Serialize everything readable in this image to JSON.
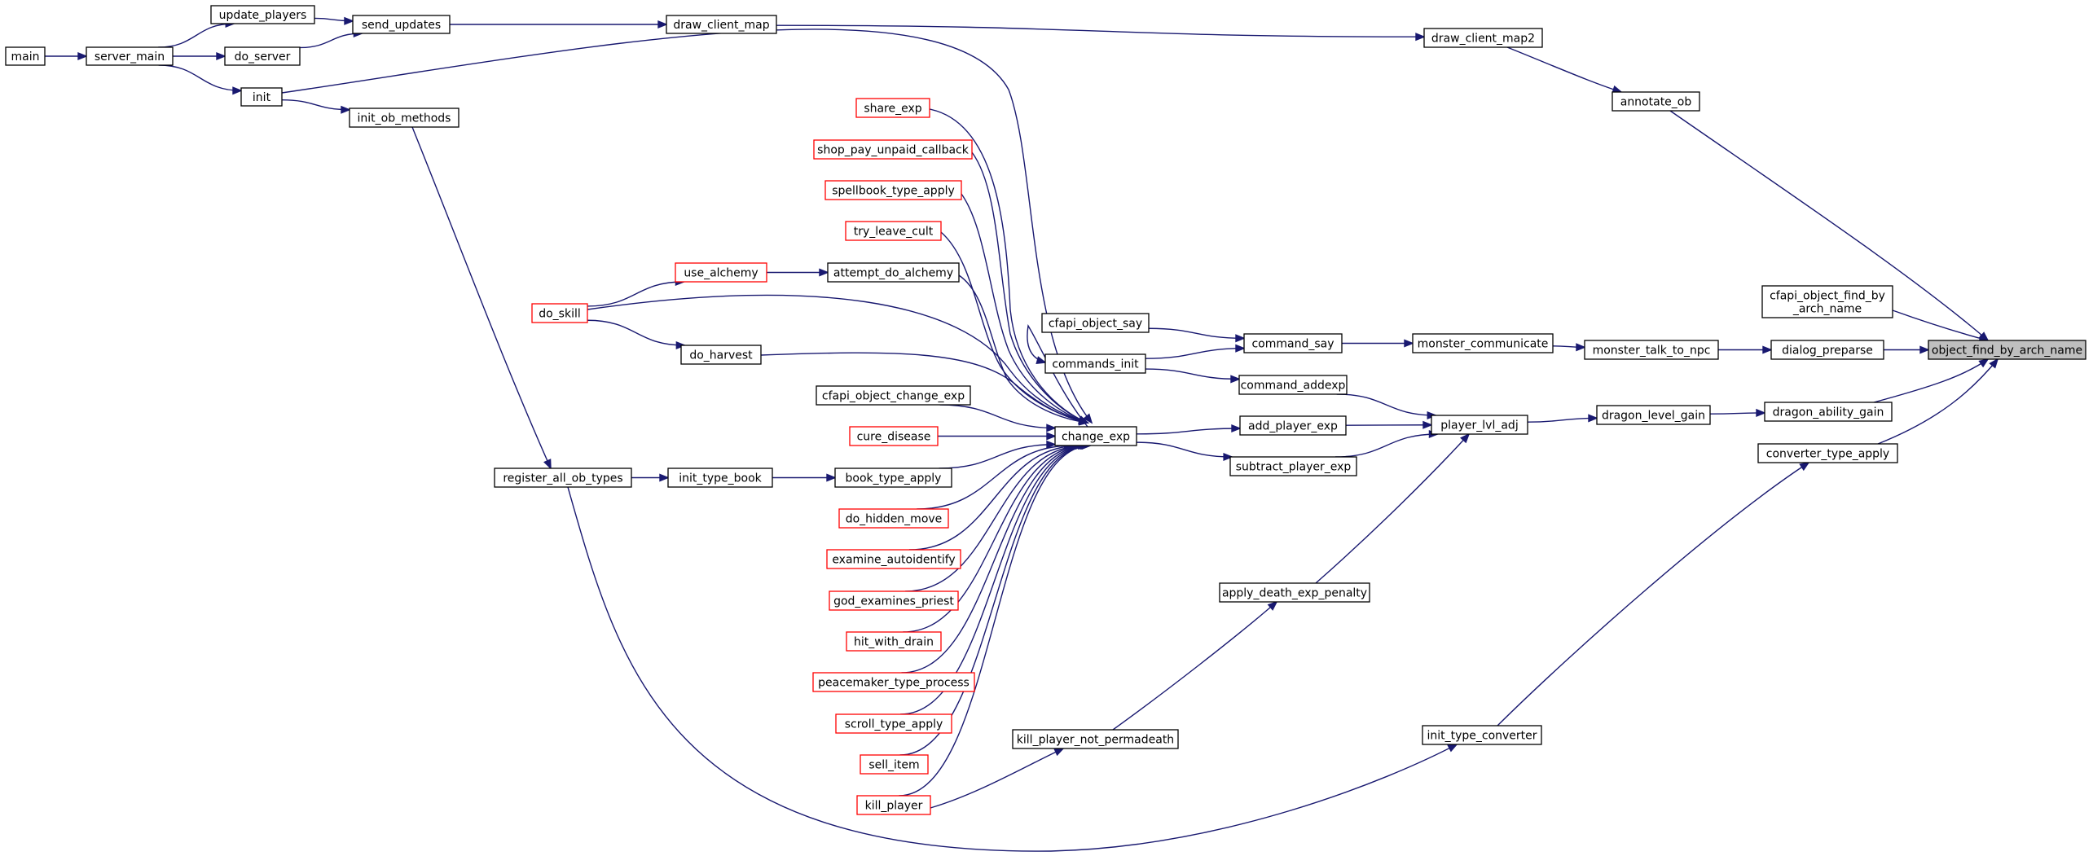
{
  "graph": {
    "root": "object_find_by_arch_name",
    "colors": {
      "edge": "#191970",
      "border_normal": "#000000",
      "border_truncated": "#ff0000",
      "highlight_fill": "#bfbfbf"
    },
    "nodes": [
      {
        "id": "main",
        "label": "main"
      },
      {
        "id": "server_main",
        "label": "server_main"
      },
      {
        "id": "update_players",
        "label": "update_players"
      },
      {
        "id": "do_server",
        "label": "do_server"
      },
      {
        "id": "init",
        "label": "init"
      },
      {
        "id": "send_updates",
        "label": "send_updates"
      },
      {
        "id": "draw_client_map",
        "label": "draw_client_map"
      },
      {
        "id": "draw_client_map2",
        "label": "draw_client_map2"
      },
      {
        "id": "annotate_ob",
        "label": "annotate_ob"
      },
      {
        "id": "init_ob_methods",
        "label": "init_ob_methods"
      },
      {
        "id": "register_all_ob_types",
        "label": "register_all_ob_types"
      },
      {
        "id": "init_type_book",
        "label": "init_type_book"
      },
      {
        "id": "book_type_apply",
        "label": "book_type_apply"
      },
      {
        "id": "share_exp",
        "label": "share_exp",
        "truncated": true
      },
      {
        "id": "shop_pay_unpaid_callback",
        "label": "shop_pay_unpaid_callback",
        "truncated": true
      },
      {
        "id": "spellbook_type_apply",
        "label": "spellbook_type_apply",
        "truncated": true
      },
      {
        "id": "try_leave_cult",
        "label": "try_leave_cult",
        "truncated": true
      },
      {
        "id": "use_alchemy",
        "label": "use_alchemy",
        "truncated": true
      },
      {
        "id": "attempt_do_alchemy",
        "label": "attempt_do_alchemy"
      },
      {
        "id": "do_skill",
        "label": "do_skill",
        "truncated": true
      },
      {
        "id": "do_harvest",
        "label": "do_harvest"
      },
      {
        "id": "cfapi_object_change_exp",
        "label": "cfapi_object_change_exp"
      },
      {
        "id": "cure_disease",
        "label": "cure_disease",
        "truncated": true
      },
      {
        "id": "do_hidden_move",
        "label": "do_hidden_move",
        "truncated": true
      },
      {
        "id": "examine_autoidentify",
        "label": "examine_autoidentify",
        "truncated": true
      },
      {
        "id": "god_examines_priest",
        "label": "god_examines_priest",
        "truncated": true
      },
      {
        "id": "hit_with_drain",
        "label": "hit_with_drain",
        "truncated": true
      },
      {
        "id": "peacemaker_type_process",
        "label": "peacemaker_type_process",
        "truncated": true
      },
      {
        "id": "scroll_type_apply",
        "label": "scroll_type_apply",
        "truncated": true
      },
      {
        "id": "sell_item",
        "label": "sell_item",
        "truncated": true
      },
      {
        "id": "kill_player",
        "label": "kill_player",
        "truncated": true
      },
      {
        "id": "change_exp",
        "label": "change_exp"
      },
      {
        "id": "cfapi_object_say",
        "label": "cfapi_object_say"
      },
      {
        "id": "commands_init",
        "label": "commands_init"
      },
      {
        "id": "command_say",
        "label": "command_say"
      },
      {
        "id": "command_addexp",
        "label": "command_addexp"
      },
      {
        "id": "add_player_exp",
        "label": "add_player_exp"
      },
      {
        "id": "subtract_player_exp",
        "label": "subtract_player_exp"
      },
      {
        "id": "apply_death_exp_penalty",
        "label": "apply_death_exp_penalty"
      },
      {
        "id": "kill_player_not_permadeath",
        "label": "kill_player_not_permadeath"
      },
      {
        "id": "monster_communicate",
        "label": "monster_communicate"
      },
      {
        "id": "player_lvl_adj",
        "label": "player_lvl_adj"
      },
      {
        "id": "monster_talk_to_npc",
        "label": "monster_talk_to_npc"
      },
      {
        "id": "dragon_level_gain",
        "label": "dragon_level_gain"
      },
      {
        "id": "init_type_converter",
        "label": "init_type_converter"
      },
      {
        "id": "cfapi_object_find_by_arch_name",
        "label": "cfapi_object_find_by\n_arch_name"
      },
      {
        "id": "dialog_preparse",
        "label": "dialog_preparse"
      },
      {
        "id": "dragon_ability_gain",
        "label": "dragon_ability_gain"
      },
      {
        "id": "converter_type_apply",
        "label": "converter_type_apply"
      },
      {
        "id": "object_find_by_arch_name",
        "label": "object_find_by_arch_name",
        "highlight": true
      }
    ],
    "edges": [
      {
        "from": "main",
        "to": "server_main"
      },
      {
        "from": "server_main",
        "to": "update_players"
      },
      {
        "from": "server_main",
        "to": "do_server"
      },
      {
        "from": "server_main",
        "to": "init"
      },
      {
        "from": "update_players",
        "to": "send_updates"
      },
      {
        "from": "do_server",
        "to": "send_updates"
      },
      {
        "from": "send_updates",
        "to": "draw_client_map"
      },
      {
        "from": "draw_client_map",
        "to": "draw_client_map2"
      },
      {
        "from": "draw_client_map2",
        "to": "annotate_ob"
      },
      {
        "from": "annotate_ob",
        "to": "object_find_by_arch_name"
      },
      {
        "from": "init",
        "to": "init_ob_methods"
      },
      {
        "from": "init",
        "to": "change_exp"
      },
      {
        "from": "init_ob_methods",
        "to": "register_all_ob_types"
      },
      {
        "from": "register_all_ob_types",
        "to": "init_type_book"
      },
      {
        "from": "register_all_ob_types",
        "to": "init_type_converter"
      },
      {
        "from": "init_type_book",
        "to": "book_type_apply"
      },
      {
        "from": "book_type_apply",
        "to": "change_exp"
      },
      {
        "from": "share_exp",
        "to": "change_exp"
      },
      {
        "from": "shop_pay_unpaid_callback",
        "to": "change_exp"
      },
      {
        "from": "spellbook_type_apply",
        "to": "change_exp"
      },
      {
        "from": "try_leave_cult",
        "to": "change_exp"
      },
      {
        "from": "attempt_do_alchemy",
        "to": "change_exp"
      },
      {
        "from": "use_alchemy",
        "to": "attempt_do_alchemy"
      },
      {
        "from": "do_skill",
        "to": "use_alchemy"
      },
      {
        "from": "do_skill",
        "to": "do_harvest"
      },
      {
        "from": "do_skill",
        "to": "change_exp"
      },
      {
        "from": "do_harvest",
        "to": "change_exp"
      },
      {
        "from": "cfapi_object_change_exp",
        "to": "change_exp"
      },
      {
        "from": "cure_disease",
        "to": "change_exp"
      },
      {
        "from": "do_hidden_move",
        "to": "change_exp"
      },
      {
        "from": "examine_autoidentify",
        "to": "change_exp"
      },
      {
        "from": "god_examines_priest",
        "to": "change_exp"
      },
      {
        "from": "hit_with_drain",
        "to": "change_exp"
      },
      {
        "from": "peacemaker_type_process",
        "to": "change_exp"
      },
      {
        "from": "scroll_type_apply",
        "to": "change_exp"
      },
      {
        "from": "sell_item",
        "to": "change_exp"
      },
      {
        "from": "kill_player",
        "to": "change_exp"
      },
      {
        "from": "kill_player",
        "to": "kill_player_not_permadeath"
      },
      {
        "from": "change_exp",
        "to": "commands_init"
      },
      {
        "from": "change_exp",
        "to": "add_player_exp"
      },
      {
        "from": "change_exp",
        "to": "subtract_player_exp"
      },
      {
        "from": "cfapi_object_say",
        "to": "command_say"
      },
      {
        "from": "commands_init",
        "to": "command_say"
      },
      {
        "from": "commands_init",
        "to": "command_addexp"
      },
      {
        "from": "command_say",
        "to": "monster_communicate"
      },
      {
        "from": "command_addexp",
        "to": "player_lvl_adj"
      },
      {
        "from": "add_player_exp",
        "to": "player_lvl_adj"
      },
      {
        "from": "subtract_player_exp",
        "to": "player_lvl_adj"
      },
      {
        "from": "kill_player_not_permadeath",
        "to": "apply_death_exp_penalty"
      },
      {
        "from": "apply_death_exp_penalty",
        "to": "player_lvl_adj"
      },
      {
        "from": "monster_communicate",
        "to": "monster_talk_to_npc"
      },
      {
        "from": "monster_talk_to_npc",
        "to": "dialog_preparse"
      },
      {
        "from": "player_lvl_adj",
        "to": "dragon_level_gain"
      },
      {
        "from": "dragon_level_gain",
        "to": "dragon_ability_gain"
      },
      {
        "from": "init_type_converter",
        "to": "converter_type_apply"
      },
      {
        "from": "cfapi_object_find_by_arch_name",
        "to": "object_find_by_arch_name"
      },
      {
        "from": "dialog_preparse",
        "to": "object_find_by_arch_name"
      },
      {
        "from": "dragon_ability_gain",
        "to": "object_find_by_arch_name"
      },
      {
        "from": "converter_type_apply",
        "to": "object_find_by_arch_name"
      }
    ]
  }
}
